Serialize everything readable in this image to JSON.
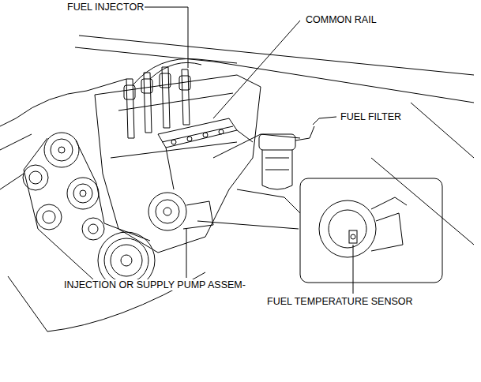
{
  "diagram": {
    "labels": [
      "FUEL INJECTOR",
      "COMMON RAIL",
      "FUEL FILTER",
      "INJECTION OR SUPPLY PUMP ASSEM-",
      "FUEL TEMPERATURE SENSOR"
    ]
  }
}
